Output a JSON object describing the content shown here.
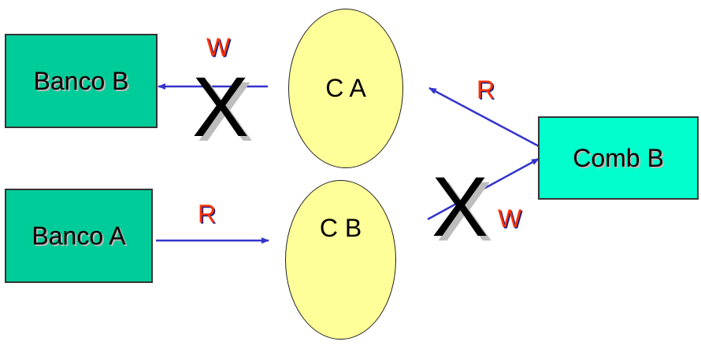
{
  "nodes": {
    "banco_b": {
      "label": "Banco B",
      "color": "#00cc99"
    },
    "banco_a": {
      "label": "Banco A",
      "color": "#00cc99"
    },
    "comb_b": {
      "label": "Comb B",
      "color": "#00ffcc"
    },
    "c_a": {
      "label": "C A",
      "color": "#ffff99"
    },
    "c_b": {
      "label": "C B",
      "color": "#ffff99"
    }
  },
  "edges": {
    "ca_to_banco_b": {
      "label": "W",
      "blocked": true,
      "blocked_mark": "X"
    },
    "banco_a_to_cb": {
      "label": "R",
      "blocked": false
    },
    "comb_b_to_ca": {
      "label": "R",
      "blocked": false
    },
    "cb_to_comb_b": {
      "label": "W",
      "blocked": true,
      "blocked_mark": "X"
    }
  },
  "colors": {
    "arrow": "#3333cc",
    "edge_label": "#ff3300",
    "blocked_mark": "#000000"
  }
}
